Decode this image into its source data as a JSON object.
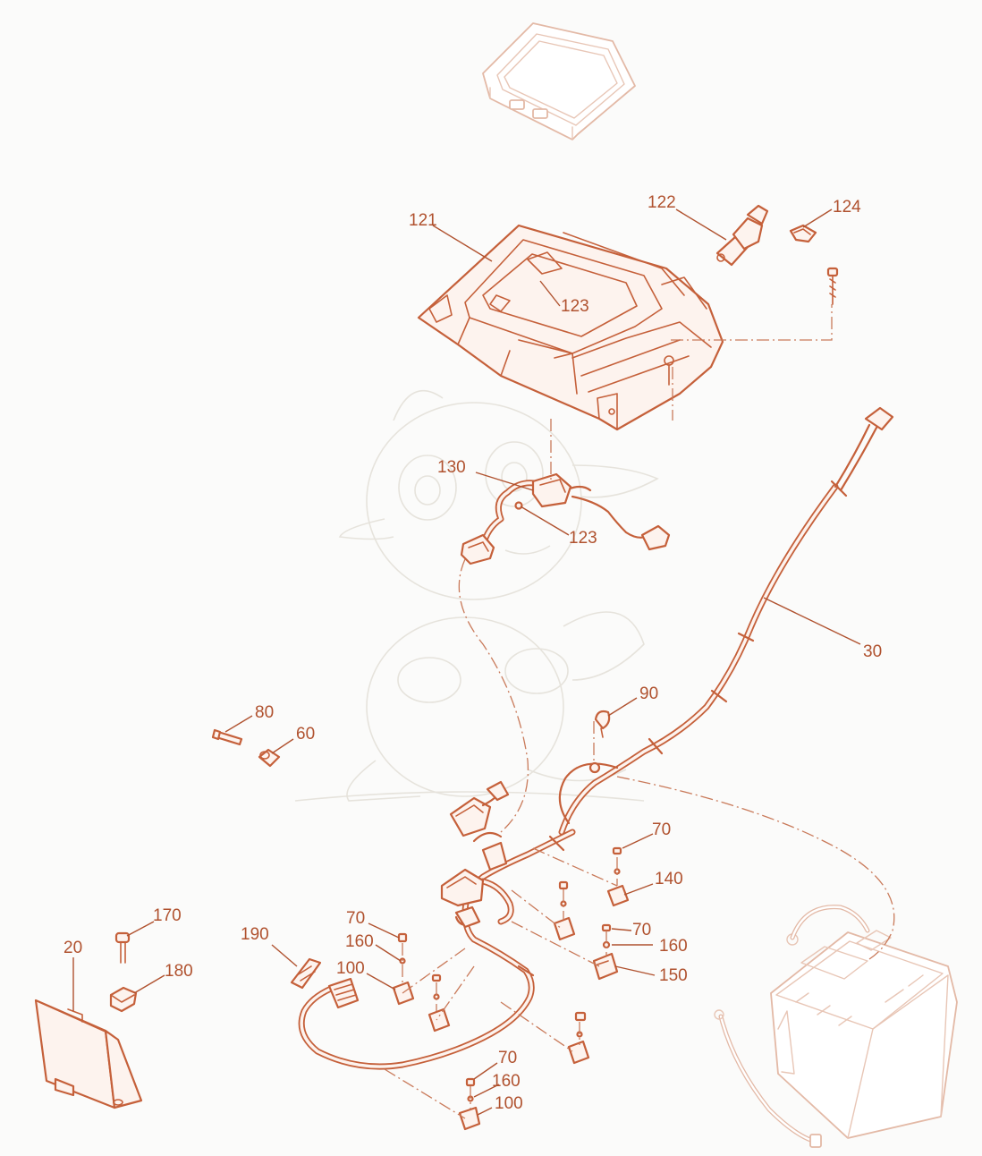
{
  "callouts": {
    "c20": "20",
    "c30": "30",
    "c60": "60",
    "c70a": "70",
    "c70b": "70",
    "c70c": "70",
    "c70d": "70",
    "c80": "80",
    "c90": "90",
    "c100a": "100",
    "c100b": "100",
    "c121": "121",
    "c122": "122",
    "c123a": "123",
    "c123b": "123",
    "c124": "124",
    "c130": "130",
    "c140": "140",
    "c150": "150",
    "c160a": "160",
    "c160b": "160",
    "c160c": "160",
    "c170": "170",
    "c180": "180",
    "c190": "190"
  },
  "colors": {
    "accent": "#c5603a",
    "ghost": "#e3b9a6",
    "background": "#fbfbfa"
  }
}
